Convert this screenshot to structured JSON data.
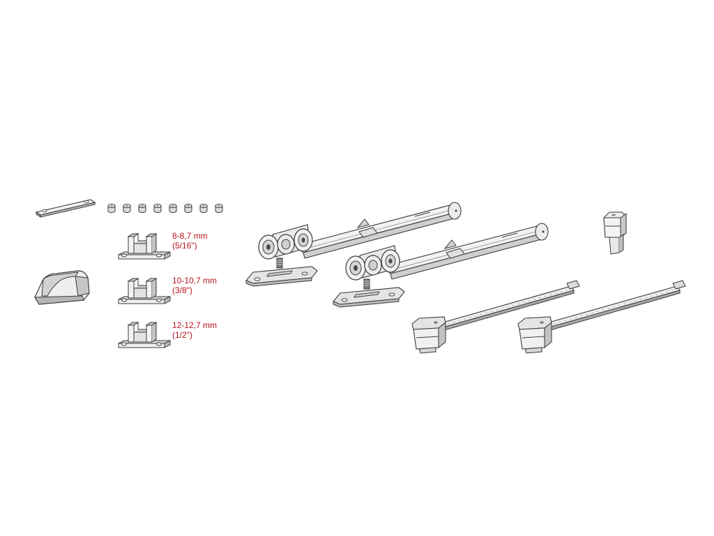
{
  "colors": {
    "label": "#b5121b",
    "line": "#3a3a3a",
    "fill": "#f1f1f1",
    "shade": "#c9c9c9",
    "dark": "#6b6b6b"
  },
  "guide_sizes": [
    {
      "mm": "8-8,7 mm",
      "inch": "(5/16\")"
    },
    {
      "mm": "10-10,7 mm",
      "inch": "(3/8\")"
    },
    {
      "mm": "12-12,7 mm",
      "inch": "(1/2\")"
    }
  ],
  "parts": {
    "screw_count": 8,
    "floor_guides": 3,
    "trolleys": 2,
    "brackets": 2
  }
}
